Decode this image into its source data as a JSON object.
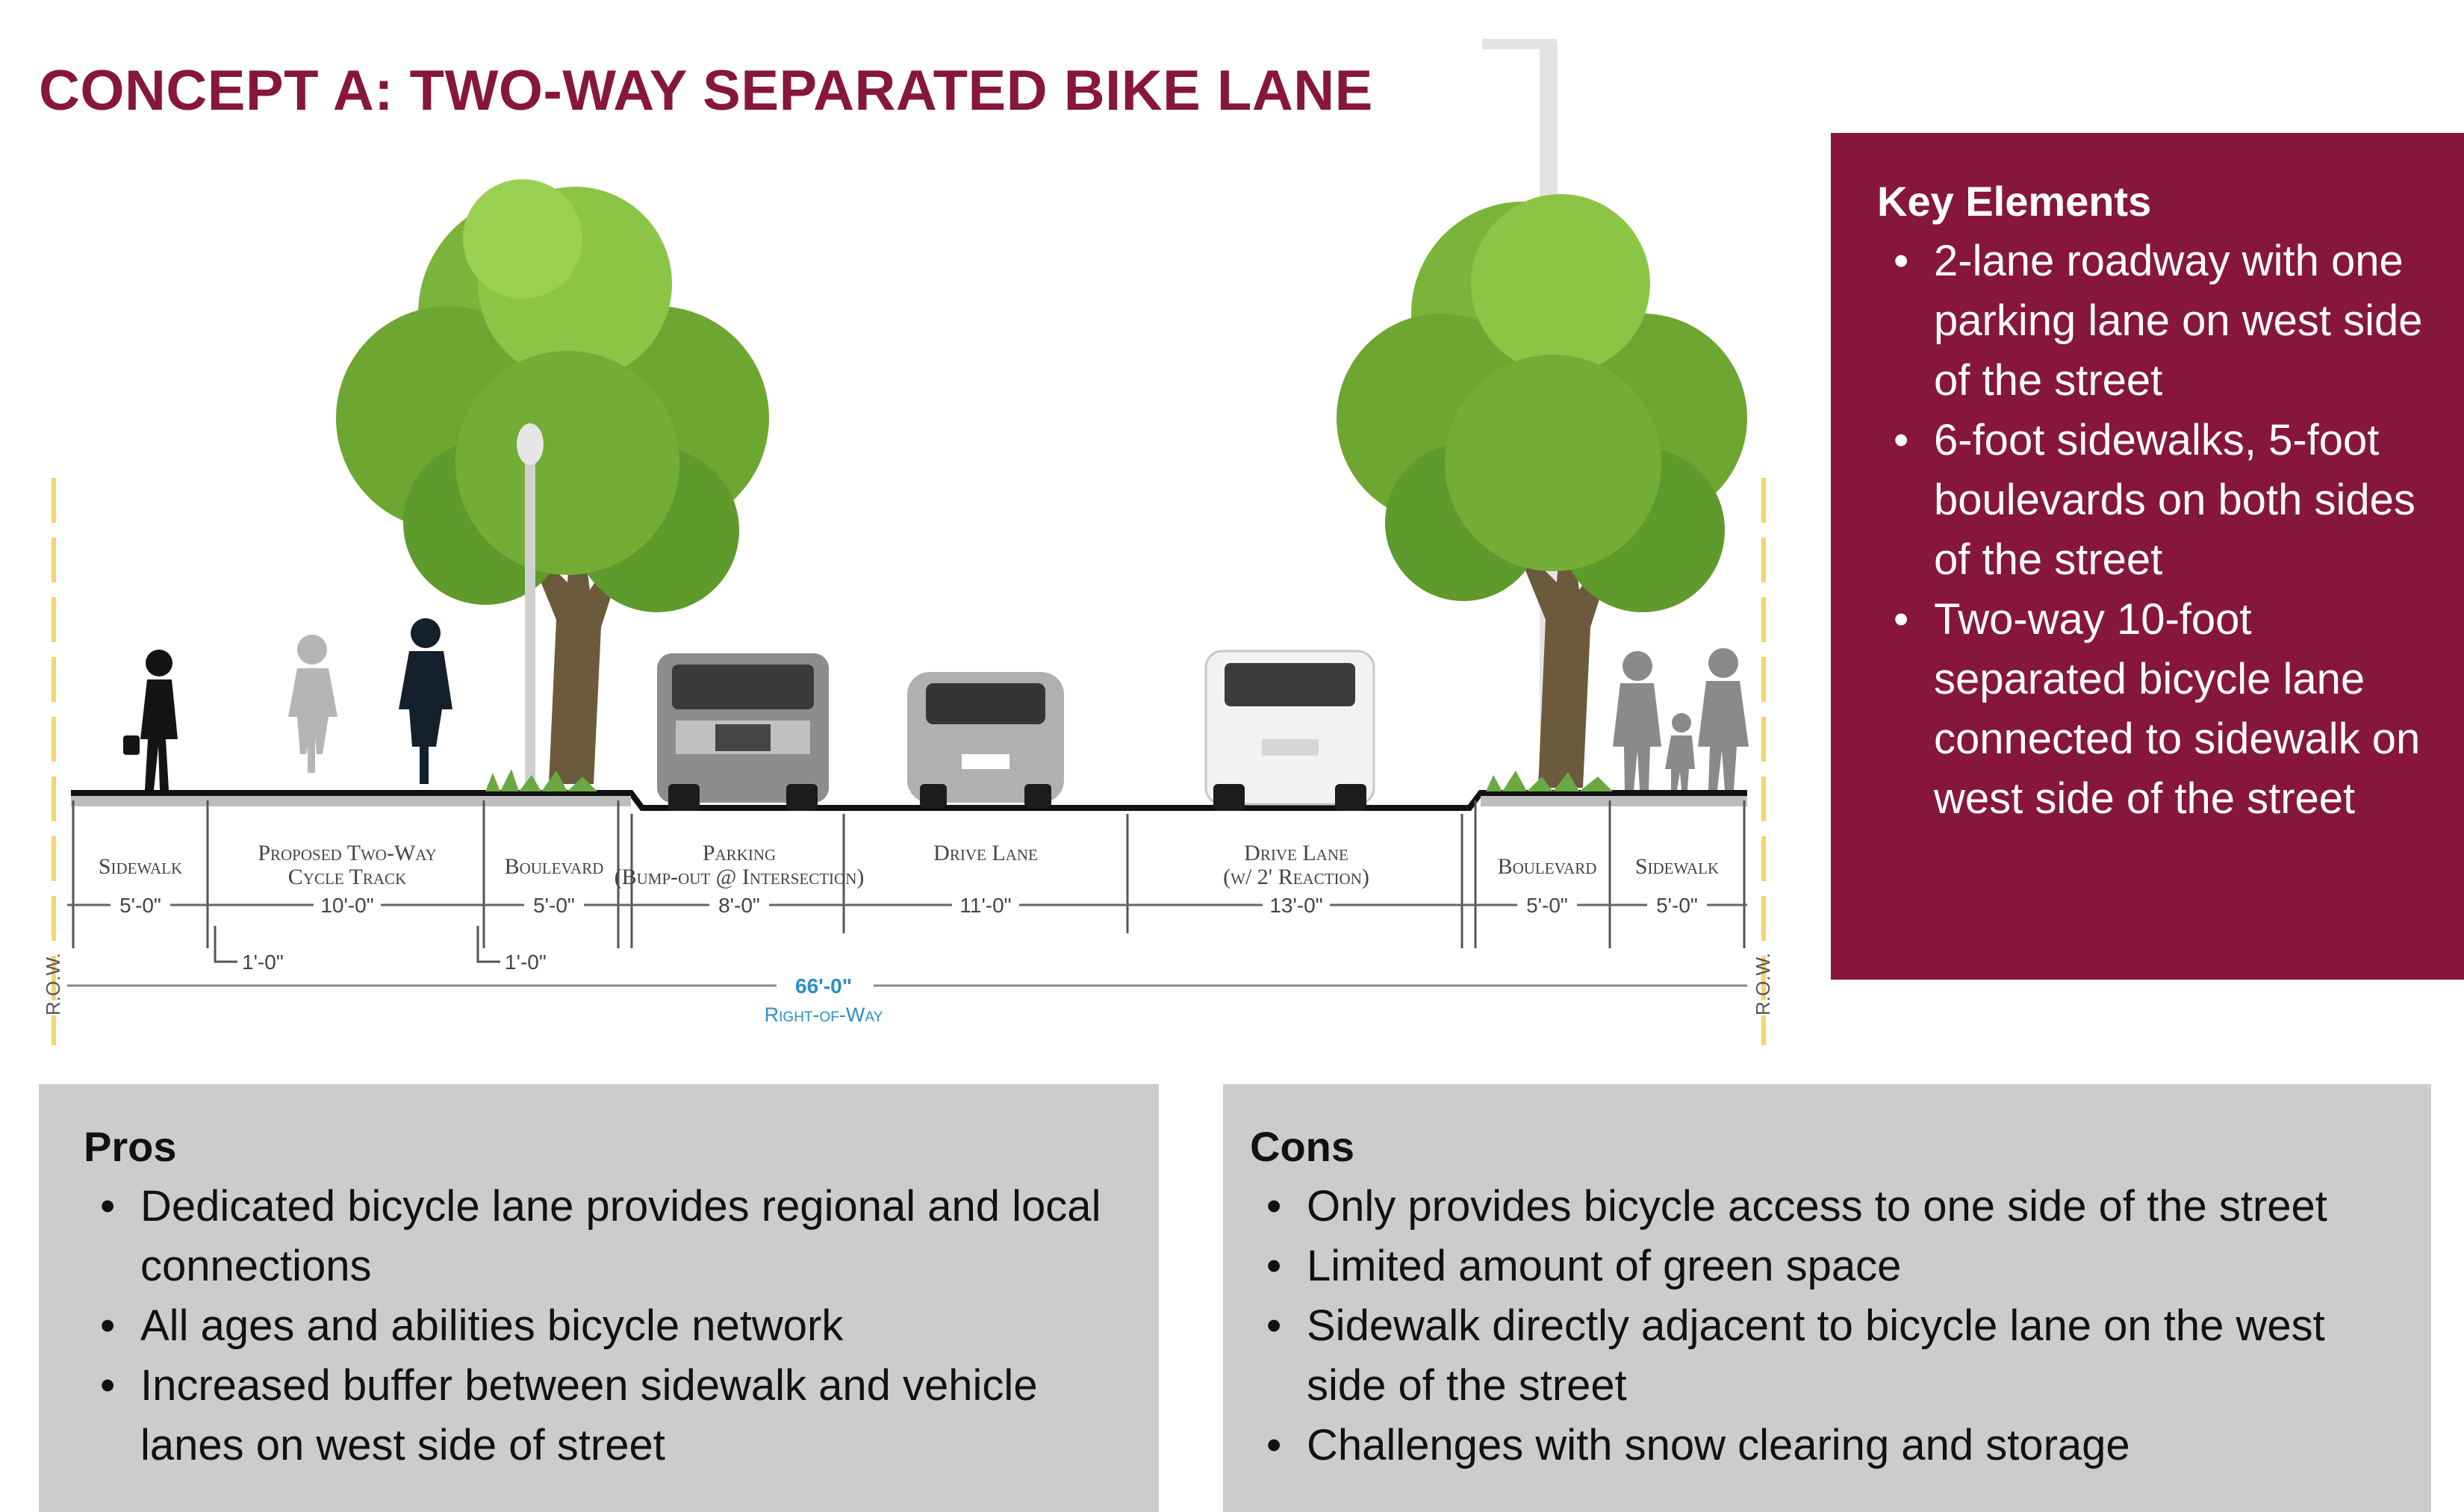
{
  "title": "CONCEPT A: TWO-WAY SEPARATED BIKE LANE",
  "colors": {
    "accent": "#86173b",
    "panel_gray": "#cdcbcb",
    "row_line": "#f5d372",
    "dimension_blue": "#2a8fc9"
  },
  "key_elements": {
    "heading": "Key Elements",
    "items": [
      "2-lane roadway with one parking lane on west side of the street",
      "6-foot sidewalks, 5-foot boulevards on both sides of the street",
      "Two-way 10-foot separated bicycle lane connected to sidewalk on west side of the street"
    ]
  },
  "pros": {
    "heading": "Pros",
    "items": [
      "Dedicated bicycle lane provides regional and local connections",
      "All ages and abilities bicycle network",
      "Increased buffer between sidewalk and vehicle lanes on west side of street"
    ]
  },
  "cons": {
    "heading": "Cons",
    "items": [
      "Only provides bicycle access to one side of the street",
      "Limited amount of green space",
      "Sidewalk directly adjacent to bicycle lane on the west side of the street",
      "Challenges with snow clearing and storage"
    ]
  },
  "section": {
    "segments": [
      {
        "label1": "Sidewalk",
        "label2": "",
        "width": "5'-0\""
      },
      {
        "label1": "Proposed Two-Way",
        "label2": "Cycle Track",
        "width": "10'-0\""
      },
      {
        "label1": "Boulevard",
        "label2": "",
        "width": "5'-0\""
      },
      {
        "label1": "Parking",
        "label2": "(Bump-out @ Intersection)",
        "width": "8'-0\""
      },
      {
        "label1": "Drive Lane",
        "label2": "",
        "width": "11'-0\""
      },
      {
        "label1": "Drive Lane",
        "label2": "(w/ 2' Reaction)",
        "width": "13'-0\""
      },
      {
        "label1": "Boulevard",
        "label2": "",
        "width": "5'-0\""
      },
      {
        "label1": "Sidewalk",
        "label2": "",
        "width": "5'-0\""
      }
    ],
    "buffers": [
      "1'-0\"",
      "1'-0\""
    ],
    "row_total": "66'-0\"",
    "row_total_label": "Right-of-Way",
    "row_marker": "R.O.W."
  }
}
